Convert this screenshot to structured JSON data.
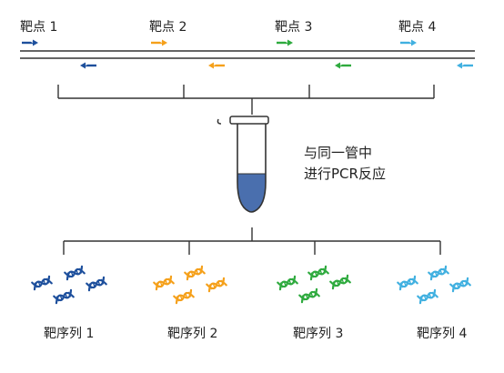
{
  "colors": {
    "target_1": "#1d4f9c",
    "target_2": "#f5a01a",
    "target_3": "#2eaa3e",
    "target_4": "#40b0e0",
    "line": "#333333",
    "tube_fill": "#4a6fae"
  },
  "targets": [
    {
      "label": "靶点 1",
      "color_key": "target_1"
    },
    {
      "label": "靶点 2",
      "color_key": "target_2"
    },
    {
      "label": "靶点 3",
      "color_key": "target_3"
    },
    {
      "label": "靶点 4",
      "color_key": "target_4"
    }
  ],
  "reaction": {
    "line1": "与同一管中",
    "line2": "进行PCR反应",
    "icon": "pcr-tube-icon"
  },
  "products": [
    {
      "label": "靶序列 1",
      "icon": "dna-icon"
    },
    {
      "label": "靶序列 2",
      "icon": "dna-icon"
    },
    {
      "label": "靶序列 3",
      "icon": "dna-icon"
    },
    {
      "label": "靶序列 4",
      "icon": "dna-icon"
    }
  ]
}
